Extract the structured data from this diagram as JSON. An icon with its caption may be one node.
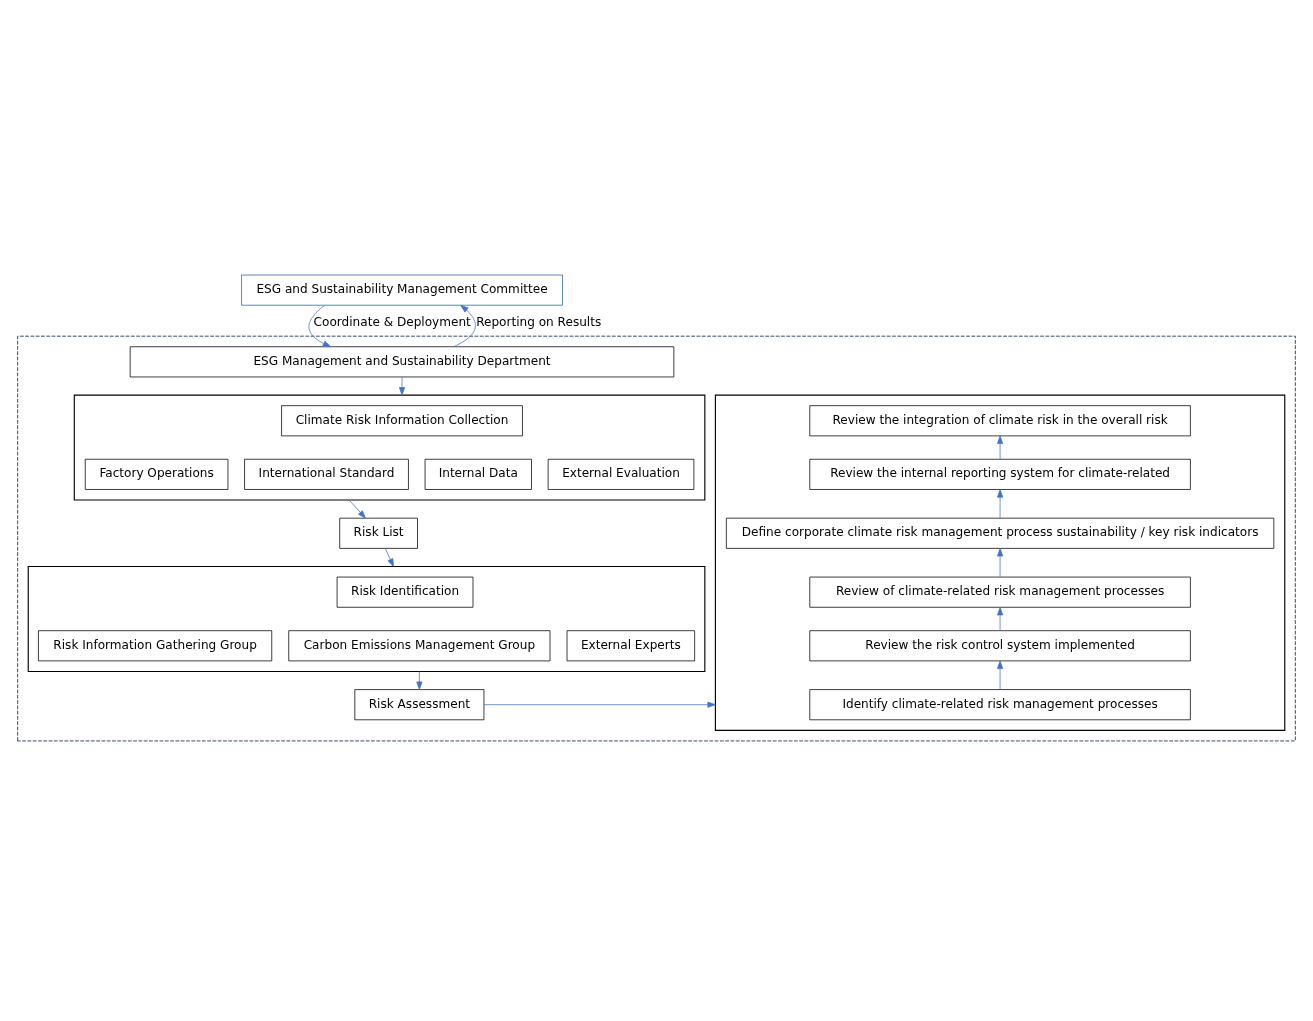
{
  "diagram": {
    "nodes": [
      {
        "text": [
          "ESG and Sustainability Management Committee"
        ]
      },
      {
        "text": [],
        "shape": "box"
      },
      {
        "text": [
          "ESG Management and Sustainability Department"
        ],
        "in": 1
      },
      {
        "text": [],
        "shape": "box",
        "in": 1
      },
      {
        "text": [
          "Climate Risk Information Collection"
        ],
        "in": 3
      },
      {
        "text": [
          "Factory Operations"
        ],
        "in": 3
      },
      {
        "text": [
          "International Standard"
        ],
        "in": 3
      },
      {
        "text": [
          "Internal Data"
        ],
        "in": 3
      },
      {
        "text": [
          "External Evaluation"
        ],
        "in": 3
      },
      {
        "text": [
          "Risk List"
        ],
        "in": 1
      },
      {
        "text": [],
        "shape": "box",
        "in": 1
      },
      {
        "text": [
          "Risk Identification"
        ],
        "in": 10
      },
      {
        "text": [
          "Risk Information Gathering Group"
        ],
        "in": 10
      },
      {
        "text": [
          "Carbon Emissions Management Group"
        ],
        "in": 10
      },
      {
        "text": [
          "External Experts"
        ],
        "in": 10
      },
      {
        "text": [
          "Risk Assessment"
        ],
        "in": 1
      },
      {
        "text": [],
        "shape": "box",
        "in": 1
      },
      {
        "text": [
          "Review the integration of climate risk in the overall risk"
        ],
        "in": 16
      },
      {
        "text": [
          "Review the internal reporting system for climate-related"
        ],
        "in": 16
      },
      {
        "text": [
          "Define corporate climate risk management process sustainability / key risk indicators"
        ],
        "in": 16
      },
      {
        "text": [
          "Review of climate-related risk management processes"
        ],
        "in": 16
      },
      {
        "text": [
          "Review the risk control system implemented"
        ],
        "in": 16
      },
      {
        "text": [
          "Identify climate-related risk management processes"
        ],
        "in": 16
      }
    ],
    "edges": [
      {
        "from": 0,
        "to": 2,
        "arrow": "to",
        "label": "Coordinate & Deployment"
      },
      {
        "from": 2,
        "to": 0,
        "arrow": "to",
        "label": "Reporting on Results"
      },
      {
        "from": 2,
        "to": 3,
        "arrow": "to"
      },
      {
        "from": 3,
        "to": 9,
        "arrow": "to"
      },
      {
        "from": 9,
        "to": 10,
        "arrow": "to"
      },
      {
        "from": 10,
        "to": 15,
        "arrow": "to"
      },
      {
        "from": 15,
        "to": 16,
        "arrow": "to"
      },
      {
        "from": 22,
        "to": 21,
        "arrow": "to"
      },
      {
        "from": 21,
        "to": 20,
        "arrow": "to"
      },
      {
        "from": 20,
        "to": 19,
        "arrow": "to"
      },
      {
        "from": 19,
        "to": 18,
        "arrow": "to"
      },
      {
        "from": 18,
        "to": 17,
        "arrow": "to"
      }
    ]
  }
}
